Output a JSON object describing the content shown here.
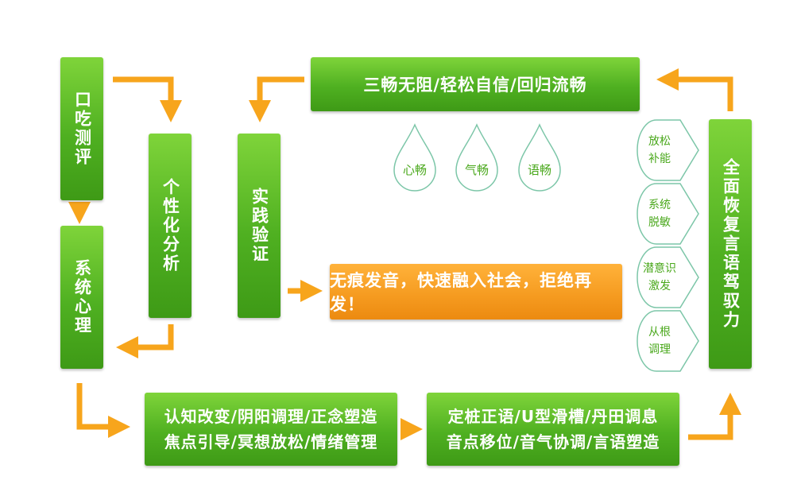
{
  "colors": {
    "green": "#4fb021",
    "orange": "#f59a1f",
    "arrow": "#f7a51c",
    "outline": "#7cc6a8"
  },
  "boxes": {
    "assessment": "口吃测评",
    "psychology": "系统心理",
    "analysis": "个性化分析",
    "practice": "实践验证",
    "top": "三畅无阻/轻松自信/回归流畅",
    "restore": "全面恢复言语驾驭力",
    "center": "无痕发音，快速融入社会，拒绝再发！",
    "bottom_left": {
      "line1": "认知改变/阴阳调理/正念塑造",
      "line2": "焦点引导/冥想放松/情绪管理"
    },
    "bottom_right": {
      "line1": "定桩正语/U型滑槽/丹田调息",
      "line2": "音点移位/音气协调/言语塑造"
    }
  },
  "drops": [
    "心畅",
    "气畅",
    "语畅"
  ],
  "shields": [
    {
      "line1": "放松",
      "line2": "补能"
    },
    {
      "line1": "系统",
      "line2": "脱敏"
    },
    {
      "line1": "潜意识",
      "line2": "激发"
    },
    {
      "line1": "从根",
      "line2": "调理"
    }
  ]
}
